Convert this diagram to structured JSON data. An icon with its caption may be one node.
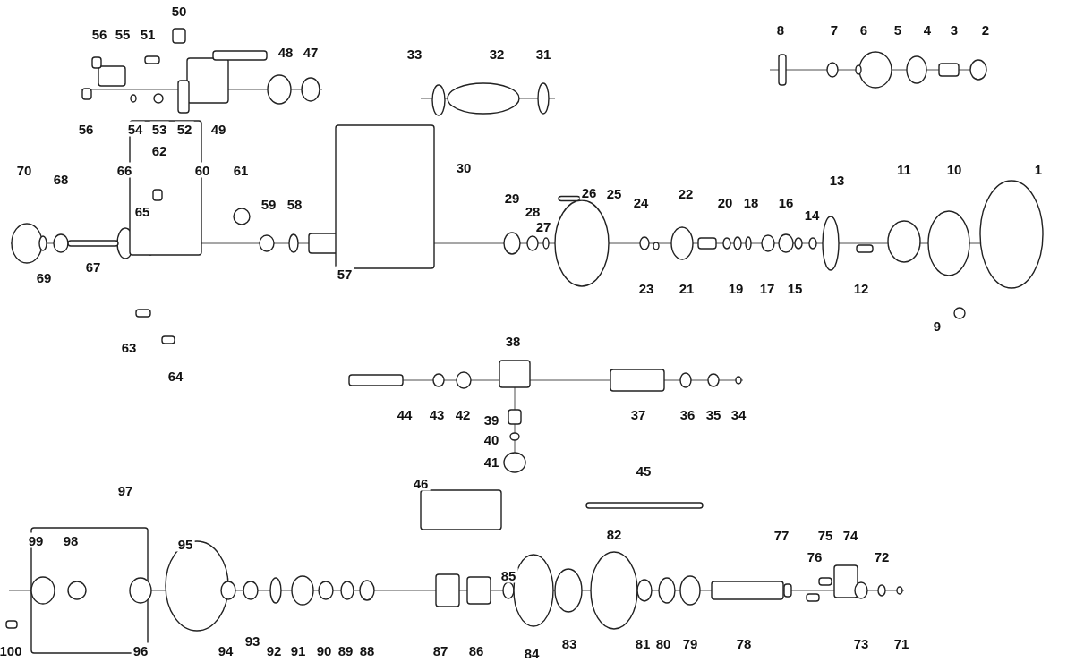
{
  "diagram": {
    "labels": [
      "50",
      "56",
      "55",
      "51",
      "8",
      "7",
      "6",
      "5",
      "4",
      "3",
      "2",
      "48",
      "47",
      "33",
      "32",
      "31",
      "56",
      "54",
      "53",
      "52",
      "49",
      "62",
      "70",
      "68",
      "66",
      "60",
      "61",
      "30",
      "13",
      "11",
      "10",
      "1",
      "65",
      "59",
      "58",
      "29",
      "28",
      "27",
      "26",
      "25",
      "24",
      "22",
      "20",
      "18",
      "16",
      "14",
      "69",
      "67",
      "57",
      "23",
      "21",
      "19",
      "17",
      "15",
      "12",
      "9",
      "63",
      "38",
      "64",
      "44",
      "43",
      "42",
      "39",
      "37",
      "36",
      "35",
      "34",
      "40",
      "41",
      "45",
      "97",
      "46",
      "99",
      "98",
      "95",
      "82",
      "77",
      "75",
      "74",
      "76",
      "72",
      "85",
      "100",
      "96",
      "94",
      "93",
      "92",
      "91",
      "90",
      "89",
      "88",
      "87",
      "86",
      "84",
      "83",
      "81",
      "80",
      "79",
      "78",
      "73",
      "71"
    ]
  }
}
